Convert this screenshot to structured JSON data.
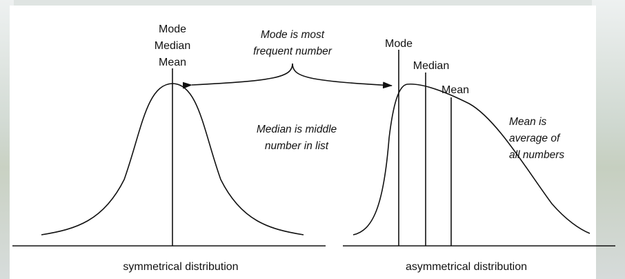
{
  "symmetric": {
    "line1": "Mode",
    "line2": "Median",
    "line3": "Mean",
    "caption": "symmetrical distribution"
  },
  "asymmetric": {
    "mode_label": "Mode",
    "median_label": "Median",
    "mean_label": "Mean",
    "caption": "asymmetrical distribution"
  },
  "notes": {
    "mode_line1": "Mode is most",
    "mode_line2": "frequent number",
    "median_line1": "Median is middle",
    "median_line2": "number in list",
    "mean_line1": "Mean is",
    "mean_line2": "average of",
    "mean_line3": "all numbers"
  },
  "colors": {
    "ink": "#111111",
    "paper": "#ffffff"
  }
}
